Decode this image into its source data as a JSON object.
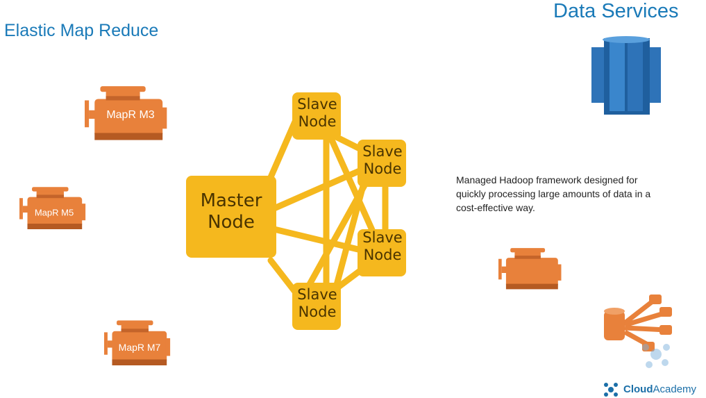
{
  "header": {
    "left_title": "Elastic Map Reduce",
    "right_title": "Data Services"
  },
  "engines": [
    {
      "label": "MapR M3"
    },
    {
      "label": "MapR M5"
    },
    {
      "label": "MapR M7"
    }
  ],
  "cluster": {
    "master": {
      "line1": "Master",
      "line2": "Node"
    },
    "slaves": [
      {
        "line1": "Slave",
        "line2": "Node"
      },
      {
        "line1": "Slave",
        "line2": "Node"
      },
      {
        "line1": "Slave",
        "line2": "Node"
      },
      {
        "line1": "Slave",
        "line2": "Node"
      }
    ]
  },
  "description": "Managed Hadoop framework designed for quickly processing large amounts of data in a cost-effective way.",
  "brand": {
    "name_bold": "Cloud",
    "name_light": "Academy"
  },
  "colors": {
    "title_blue": "#1a7ab8",
    "engine_orange": "#e8813b",
    "node_yellow": "#f5b81e",
    "db_blue": "#2e73b8"
  },
  "icons": [
    "engine-icon",
    "database-icon",
    "emr-cluster-icon",
    "cloudacademy-logo-icon"
  ]
}
